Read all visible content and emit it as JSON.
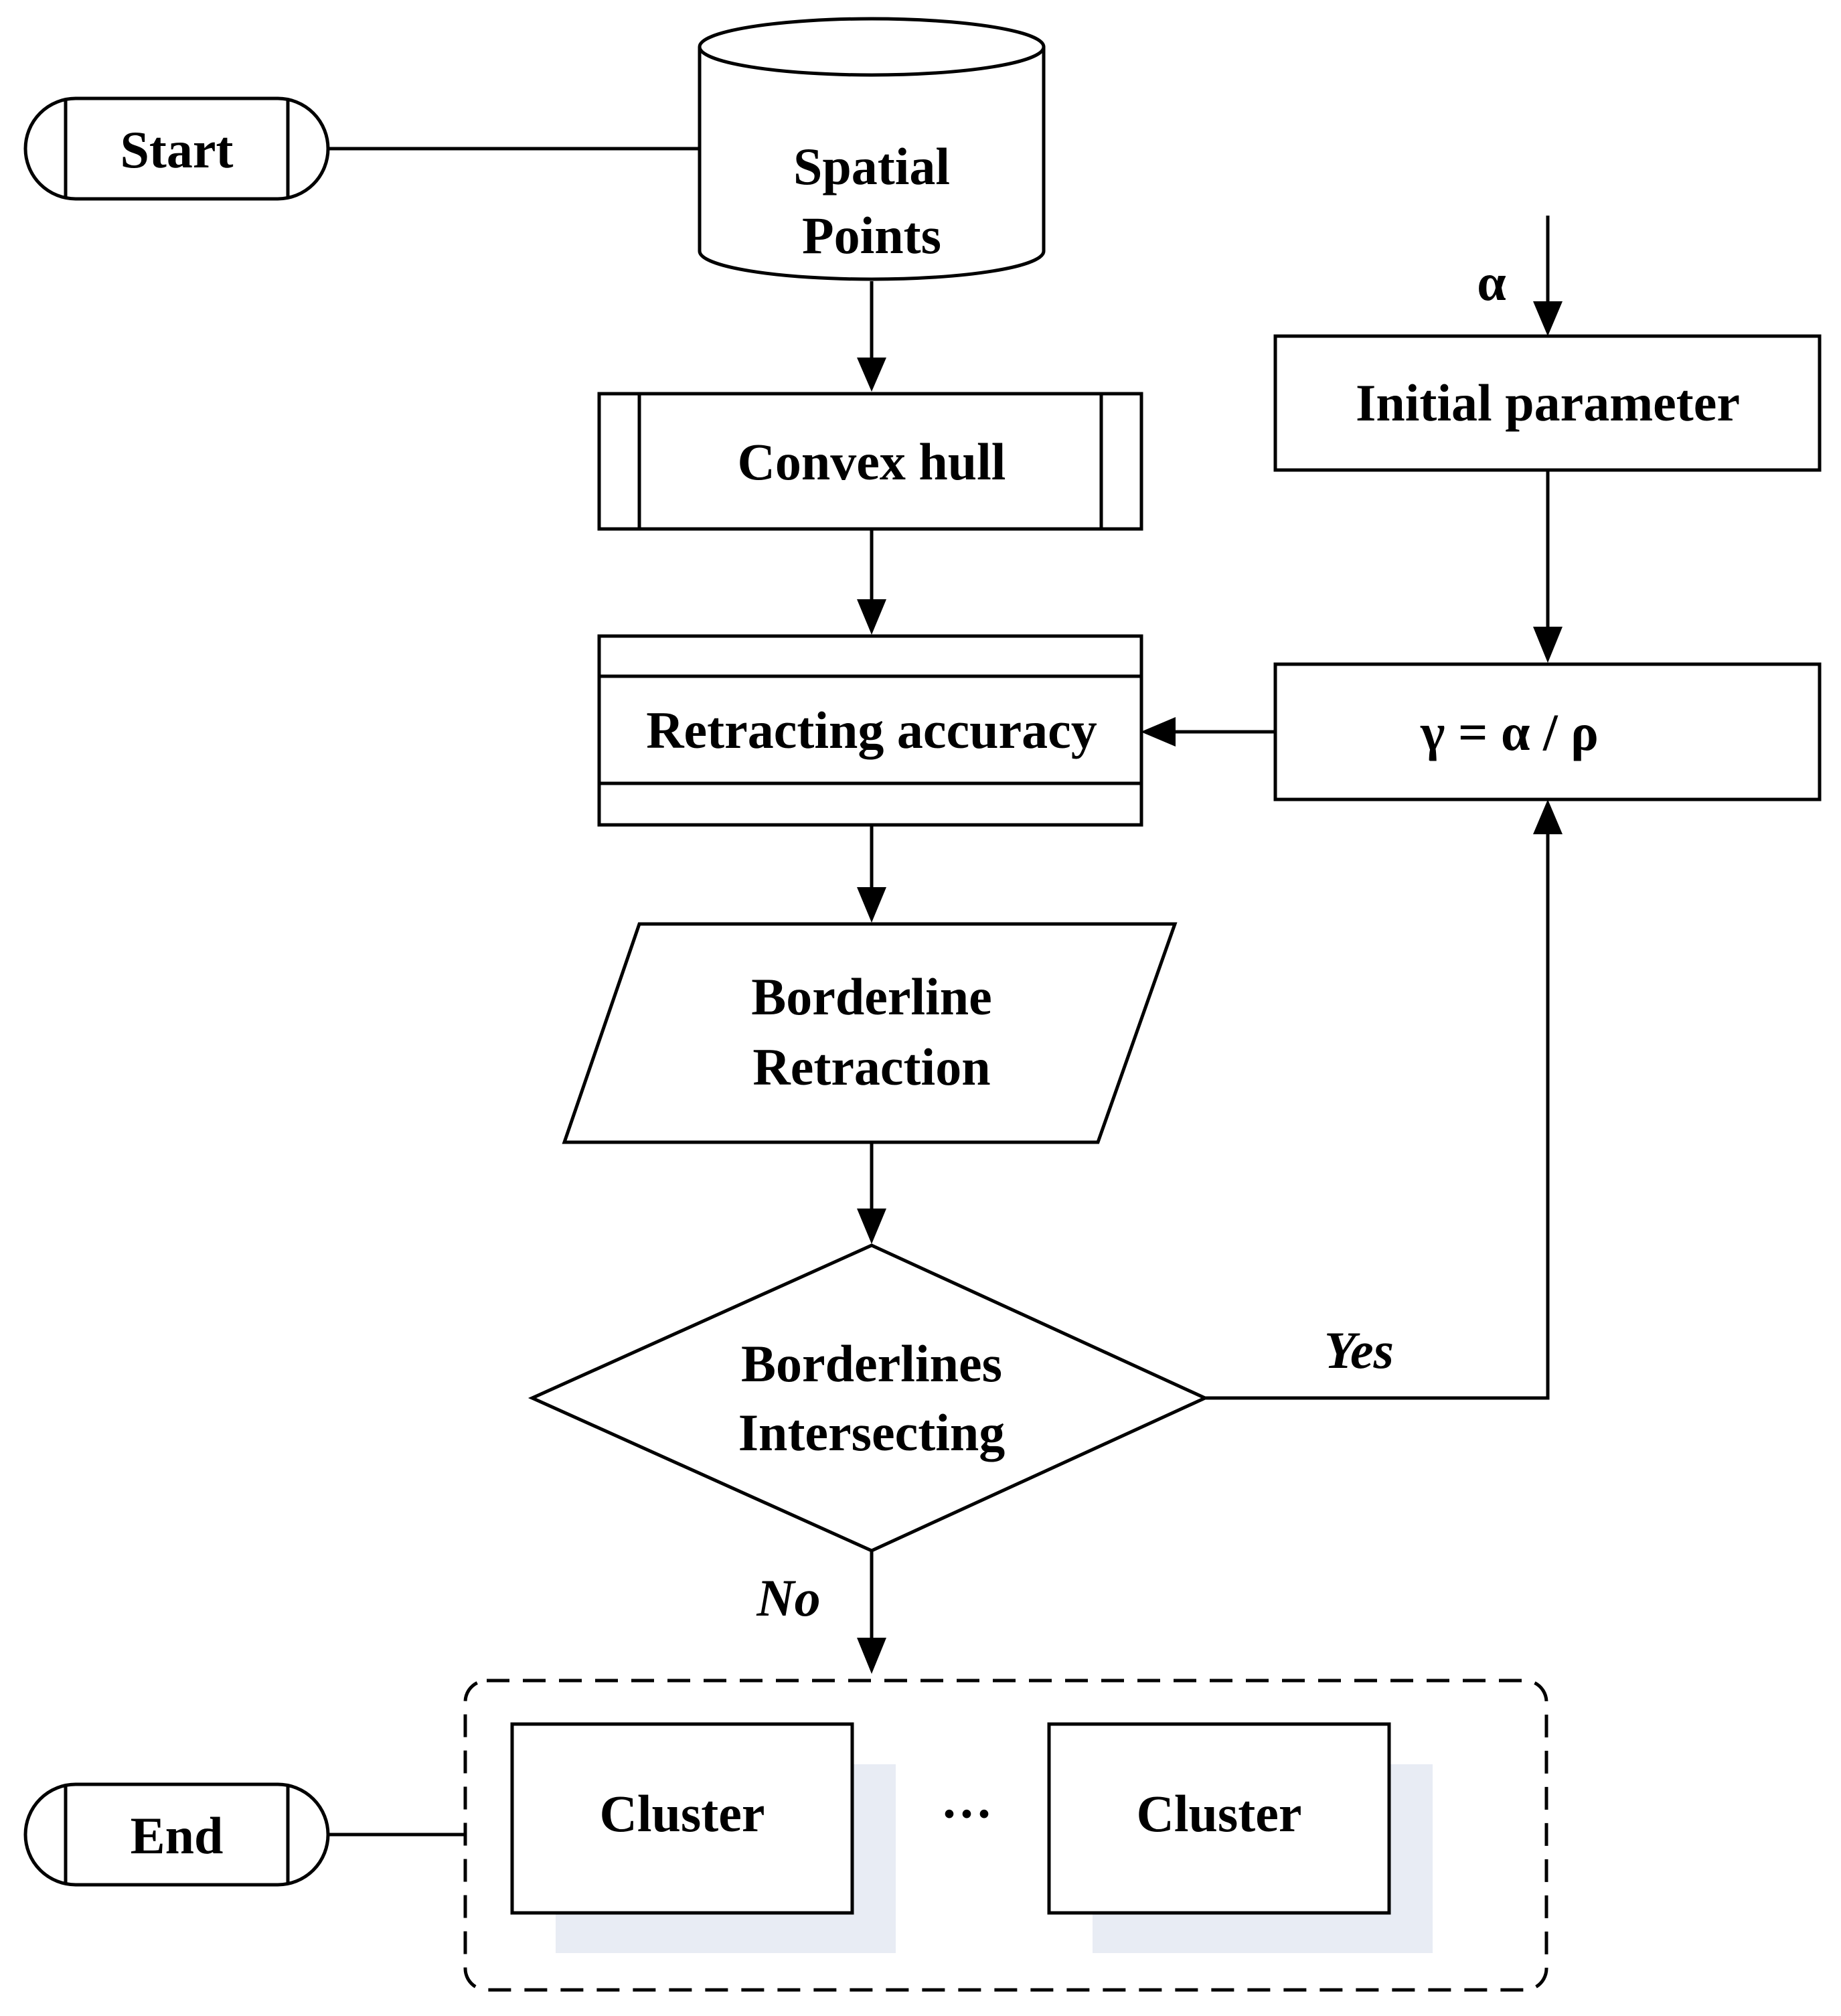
{
  "nodes": {
    "start": "Start",
    "spatial_points": [
      "Spatial",
      "Points"
    ],
    "convex_hull": "Convex hull",
    "retracting_accuracy": "Retracting accuracy",
    "borderline_retraction": [
      "Borderline",
      "Retraction"
    ],
    "borderlines_intersecting": [
      "Borderlines",
      "Intersecting"
    ],
    "initial_parameter": "Initial parameter",
    "gamma_formula": "γ = α / ρ",
    "alpha_input": "α",
    "cluster_1": "Cluster",
    "cluster_ellipsis": "···",
    "cluster_2": "Cluster",
    "end": "End"
  },
  "edges": {
    "yes_label": "Yes",
    "no_label": "No"
  },
  "colors": {
    "stroke": "#000000",
    "cluster_shadow": "#e8ecf4"
  }
}
